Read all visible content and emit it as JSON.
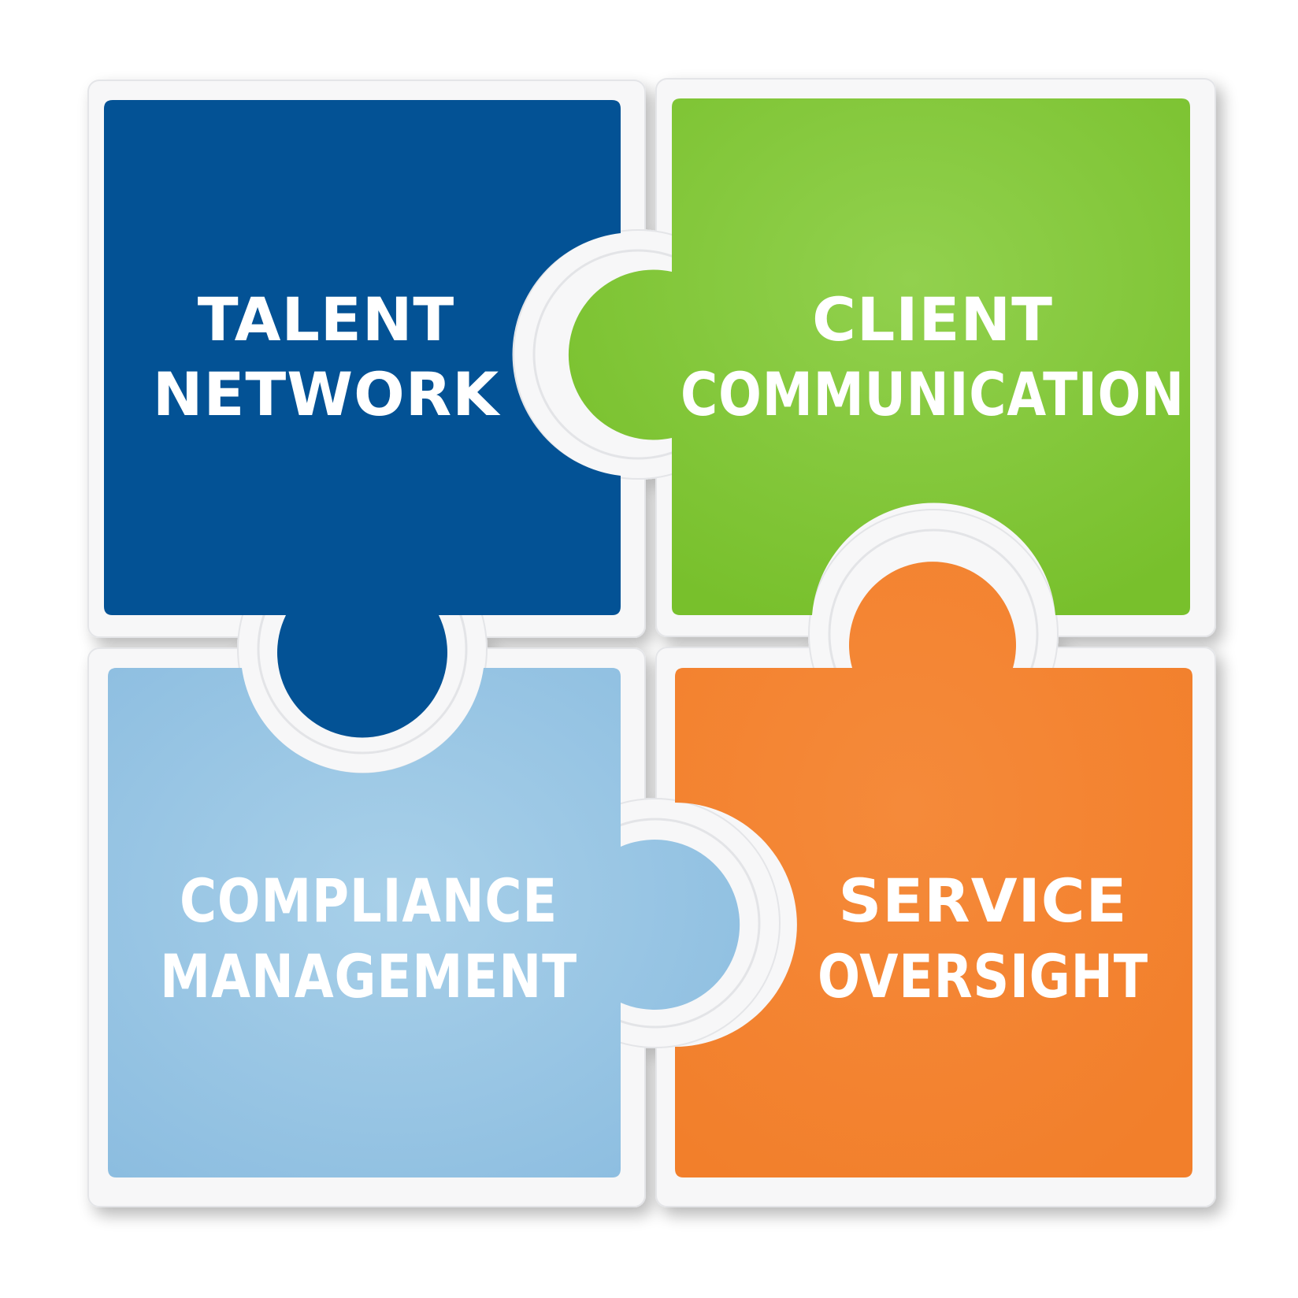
{
  "pieces": [
    {
      "id": "talent-network",
      "lines": [
        "TALENT",
        "NETWORK"
      ],
      "color": "#035295",
      "color_light": "#035295",
      "color_dark": "#024a88"
    },
    {
      "id": "client-communication",
      "lines": [
        "CLIENT",
        "COMMUNICATION"
      ],
      "color": "#86c83a",
      "color_light": "#92d14e",
      "color_dark": "#78c02c"
    },
    {
      "id": "compliance-management",
      "lines": [
        "COMPLIANCE",
        "MANAGEMENT"
      ],
      "color": "#9fcbe6",
      "color_light": "#a8d0e9",
      "color_dark": "#8cbde0"
    },
    {
      "id": "service-oversight",
      "lines": [
        "SERVICE",
        "OVERSIGHT"
      ],
      "color": "#f58634",
      "color_light": "#f58a3a",
      "color_dark": "#f27f2b"
    }
  ],
  "frame_color": "#f7f7f8",
  "frame_edge_color": "#e4e5e8"
}
